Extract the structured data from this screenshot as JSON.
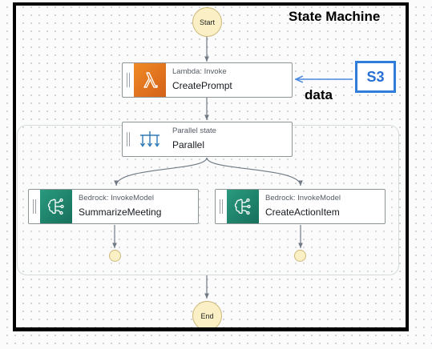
{
  "title": "State Machine",
  "start_label": "Start",
  "end_label": "End",
  "external": {
    "source_label": "S3",
    "edge_label": "data"
  },
  "states": {
    "create_prompt": {
      "type": "Lambda: Invoke",
      "name": "CreatePrompt",
      "icon": "lambda-icon"
    },
    "parallel": {
      "type": "Parallel state",
      "name": "Parallel",
      "icon": "parallel-icon"
    },
    "summarize": {
      "type": "Bedrock: InvokeModel",
      "name": "SummarizeMeeting",
      "icon": "bedrock-icon"
    },
    "action_item": {
      "type": "Bedrock: InvokeModel",
      "name": "CreateActionItem",
      "icon": "bedrock-icon"
    }
  },
  "colors": {
    "lambda_orange": "#e8731f",
    "bedrock_green": "#1f8a70",
    "terminal_fill": "#fbf0c5",
    "s3_blue": "#2f7ddb",
    "edge_gray": "#6f7a85"
  }
}
